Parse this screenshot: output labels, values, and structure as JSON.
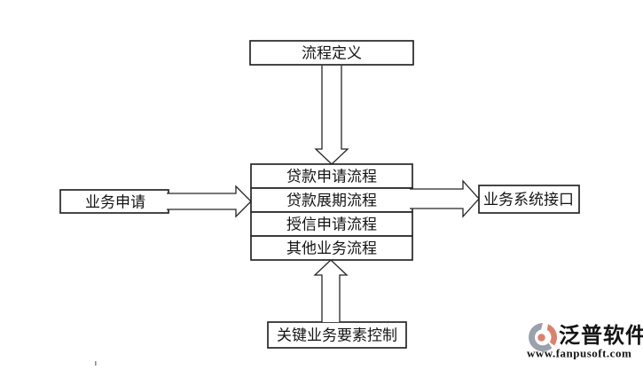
{
  "diagram": {
    "title_node": {
      "label": "流程定义"
    },
    "stack": {
      "rows": [
        {
          "label": "贷款申请流程"
        },
        {
          "label": "贷款展期流程"
        },
        {
          "label": "授信申请流程"
        },
        {
          "label": "其他业务流程"
        }
      ]
    },
    "left_node": {
      "label": "业务申请"
    },
    "right_node": {
      "label": "业务系统接口"
    },
    "bottom_node": {
      "label": "关键业务要素控制"
    },
    "edges": [
      {
        "from": "流程定义",
        "to": "流程组",
        "direction": "down",
        "style": "hollow-block-arrow"
      },
      {
        "from": "业务申请",
        "to": "流程组",
        "direction": "right",
        "style": "hollow-block-arrow"
      },
      {
        "from": "流程组",
        "to": "业务系统接口",
        "direction": "right",
        "style": "hollow-block-arrow"
      },
      {
        "from": "关键业务要素控制",
        "to": "流程组",
        "direction": "up",
        "style": "hollow-block-arrow"
      }
    ]
  },
  "watermark": {
    "brand": "泛普软件",
    "url": "www.fanpusoft.com"
  },
  "colors": {
    "line": "#262626",
    "node_fill": "#ffffff",
    "logo_coral": "#d9826d",
    "logo_gray": "#9aa1aa",
    "url_coral": "#d98d7a"
  }
}
